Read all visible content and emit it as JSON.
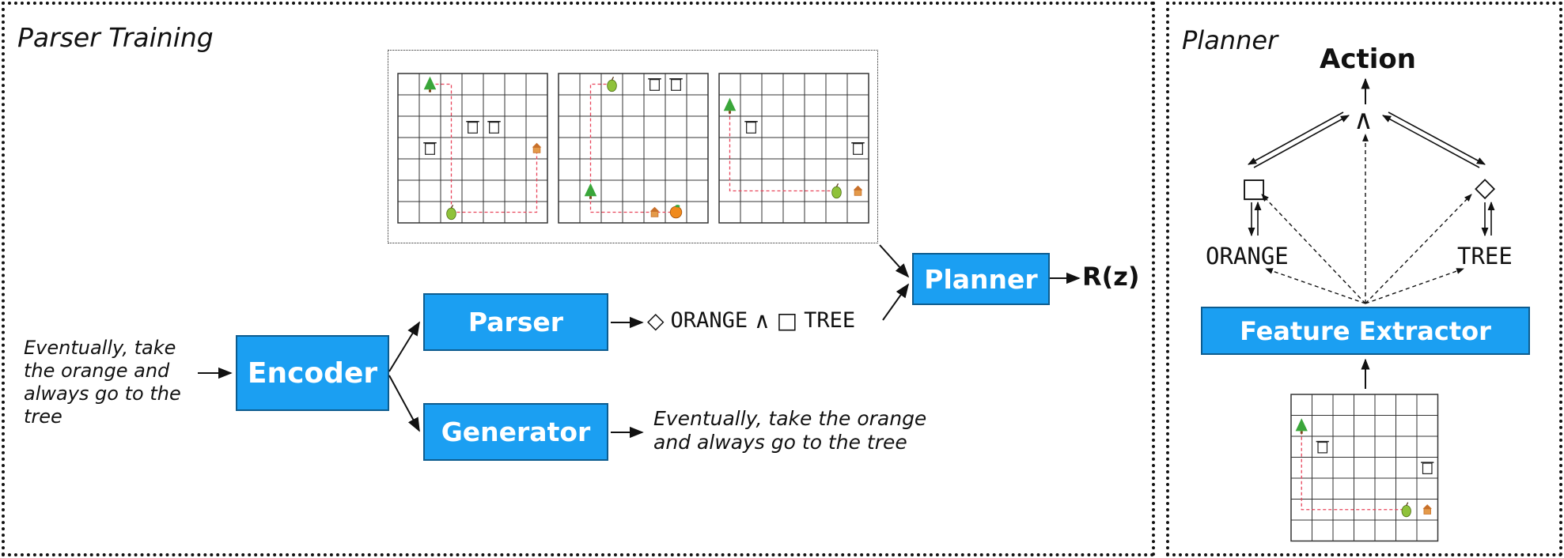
{
  "parser_training": {
    "title": "Parser Training",
    "instruction": [
      "Eventually, take",
      "the orange and",
      "always go to the",
      "tree"
    ],
    "encoder_label": "Encoder",
    "parser_label": "Parser",
    "generator_label": "Generator",
    "planner_label": "Planner",
    "reward_label": "R(z)",
    "formula": {
      "eventually": "◇",
      "orange": "ORANGE",
      "and": "∧",
      "always": "□",
      "tree": "TREE"
    },
    "generated_text": [
      "Eventually, take the orange",
      "and always go to the tree"
    ]
  },
  "planner_panel": {
    "title": "Planner",
    "action_label": "Action",
    "and_symbol": "∧",
    "always_symbol": "□",
    "eventually_symbol": "◇",
    "orange_label": "ORANGE",
    "tree_label": "TREE",
    "feature_extractor_label": "Feature Extractor"
  },
  "colors": {
    "box_fill": "#1b9ff2",
    "path": "#e8435a",
    "tree": "#3aa63a",
    "pear": "#8fc23a",
    "orange": "#f08a1c",
    "house": "#c8702a"
  },
  "grid_items": [
    "tree-icon",
    "trash-bin-icon",
    "pear-icon",
    "orange-icon",
    "house-icon"
  ]
}
